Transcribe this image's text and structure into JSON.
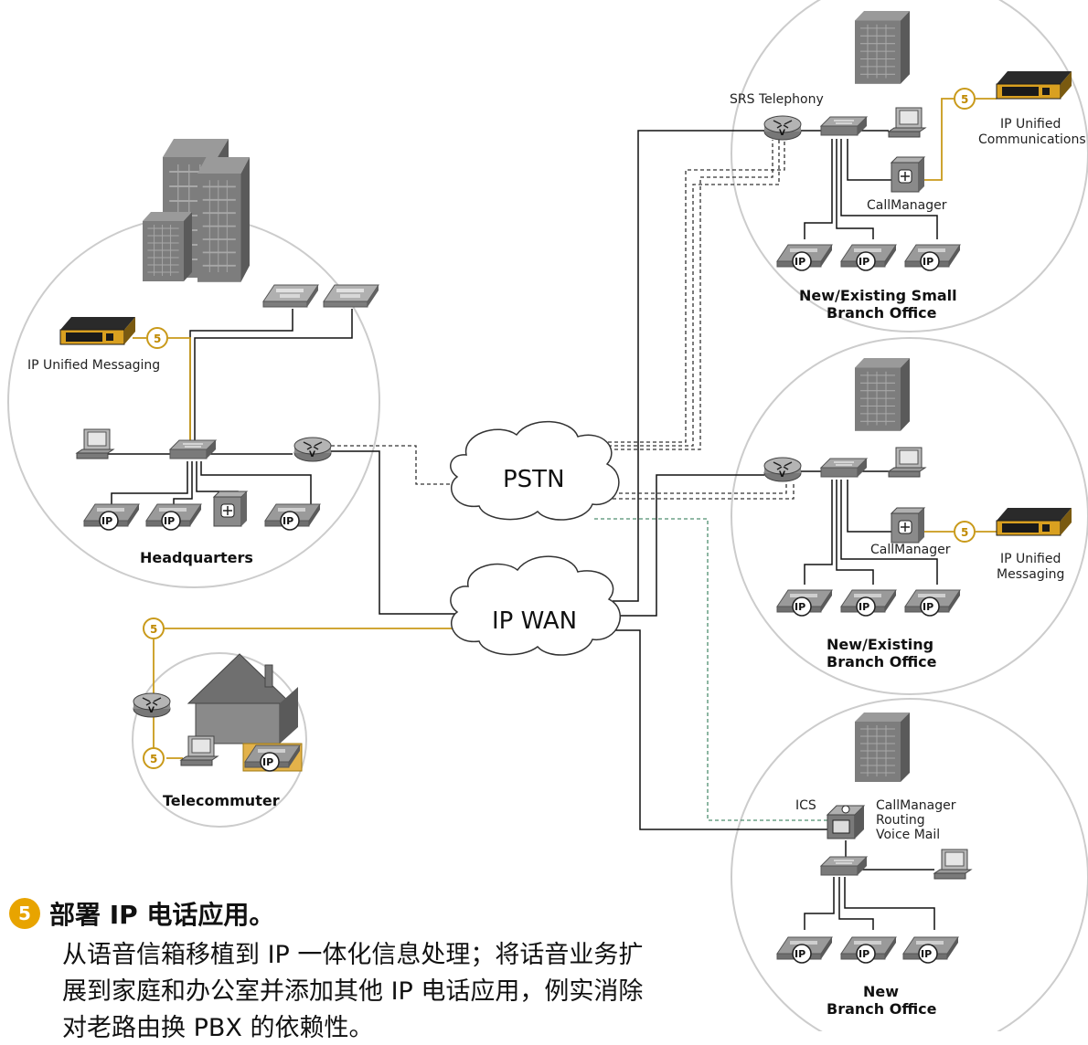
{
  "labels": {
    "srs_telephony": "SRS Telephony",
    "ip_unified_communications_1": "IP Unified",
    "ip_unified_communications_2": "Communications",
    "callmanager_small": "CallManager",
    "small_branch_1": "New/Existing Small",
    "small_branch_2": "Branch Office",
    "ip_unified_messaging_hq": "IP Unified Messaging",
    "headquarters": "Headquarters",
    "pstn": "PSTN",
    "ip_wan": "IP WAN",
    "callmanager_branch": "CallManager",
    "ip_unified_messaging_br_1": "IP Unified",
    "ip_unified_messaging_br_2": "Messaging",
    "branch_1": "New/Existing",
    "branch_2": "Branch Office",
    "telecommuter": "Telecommuter",
    "ics": "ICS",
    "ics_services_1": "CallManager",
    "ics_services_2": "Routing",
    "ics_services_3": "Voice Mail",
    "new_branch_1": "New",
    "new_branch_2": "Branch Office",
    "ip_badge": "IP",
    "step_badge": "5"
  },
  "caption": {
    "badge": "5",
    "title": "部署 IP 电话应用。",
    "body": "从语音信箱移植到 IP 一体化信息处理；将话音业务扩展到家庭和办公室并添加其他 IP 电话应用，例实消除对老路由换 PBX 的依赖性。"
  },
  "colors": {
    "accent": "#c99a1a",
    "circle": "#cccccc",
    "device": "#8a8a8a",
    "link": "#111111",
    "dashed_link": "#333333",
    "green_dashed": "#4f8f6f"
  }
}
